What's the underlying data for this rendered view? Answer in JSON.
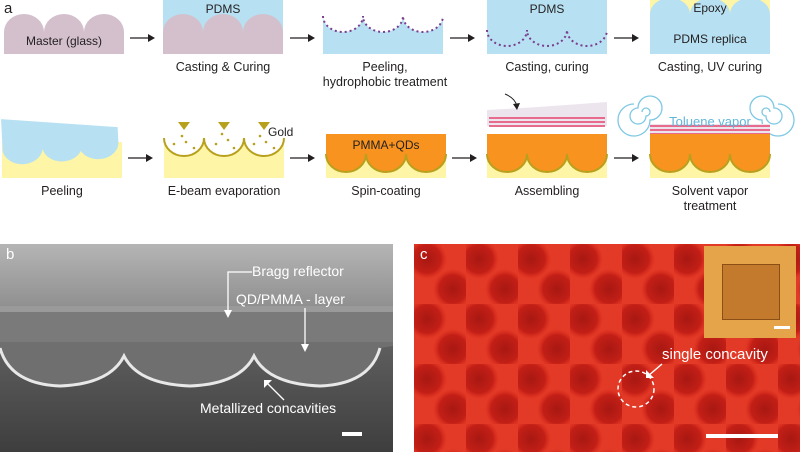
{
  "panel_a": {
    "label": "a",
    "row1": [
      {
        "inner": "Master (glass)",
        "caption": ""
      },
      {
        "inner": "PDMS",
        "caption": "Casting & Curing"
      },
      {
        "inner": "",
        "caption": "Peeling,\nhydrophobic treatment"
      },
      {
        "inner": "PDMS",
        "caption": "Casting, curing"
      },
      {
        "inner": "Epoxy",
        "inner2": "PDMS replica",
        "caption": "Casting, UV curing"
      }
    ],
    "row2": [
      {
        "caption": "Peeling"
      },
      {
        "caption": "E-beam evaporation",
        "inner": "Gold"
      },
      {
        "caption": "Spin-coating",
        "inner": "PMMA+QDs"
      },
      {
        "caption": "Assembling"
      },
      {
        "caption": "Solvent vapor\ntreatment",
        "inner": "Toluene vapor"
      }
    ]
  },
  "panel_b": {
    "label": "b",
    "annotations": {
      "bragg": "Bragg reflector",
      "qd": "QD/PMMA - layer",
      "metal": "Metallized concavities"
    }
  },
  "panel_c": {
    "label": "c",
    "annotation": "single concavity"
  },
  "colors": {
    "glass": "#d3c0cc",
    "pdms": "#b7e1f2",
    "epoxy": "#fff5a6",
    "orange": "#f7931e",
    "gold": "#b8a01f",
    "stripe": "#e86a8c",
    "fluorescence": "#d9261c"
  }
}
